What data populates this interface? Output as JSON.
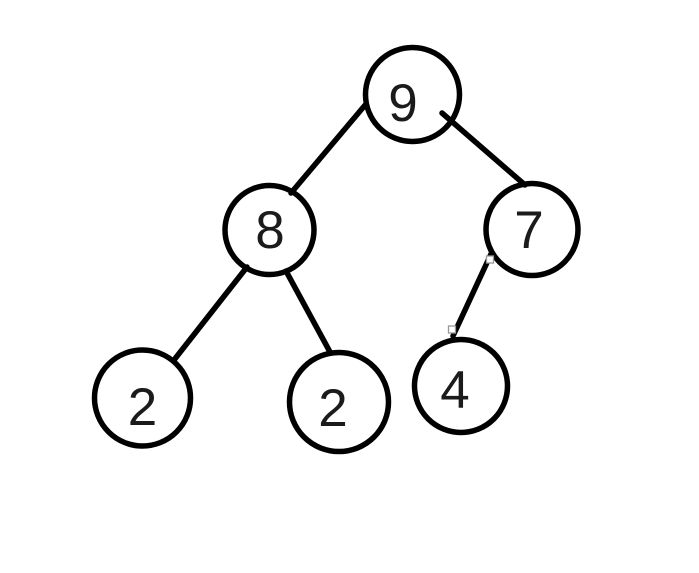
{
  "page": {
    "background": "#ffffff"
  },
  "diagram": {
    "type": "binary-tree",
    "stroke_color": "#000000",
    "node_fill": "#ffffff",
    "label_color": "#1b1b1b",
    "anchor_marker_color": "#979797",
    "nodes": [
      {
        "id": "root",
        "value": "9"
      },
      {
        "id": "root-left",
        "value": "8"
      },
      {
        "id": "root-right",
        "value": "7"
      },
      {
        "id": "left-left",
        "value": "2"
      },
      {
        "id": "left-right",
        "value": "2"
      },
      {
        "id": "right-left",
        "value": "4"
      }
    ],
    "edges": [
      {
        "from": "9",
        "to": "8",
        "relation": "left-child"
      },
      {
        "from": "9",
        "to": "7",
        "relation": "right-child"
      },
      {
        "from": "8",
        "to": "2",
        "relation": "left-child"
      },
      {
        "from": "8",
        "to": "2",
        "relation": "right-child"
      },
      {
        "from": "7",
        "to": "4",
        "relation": "left-child"
      }
    ]
  }
}
